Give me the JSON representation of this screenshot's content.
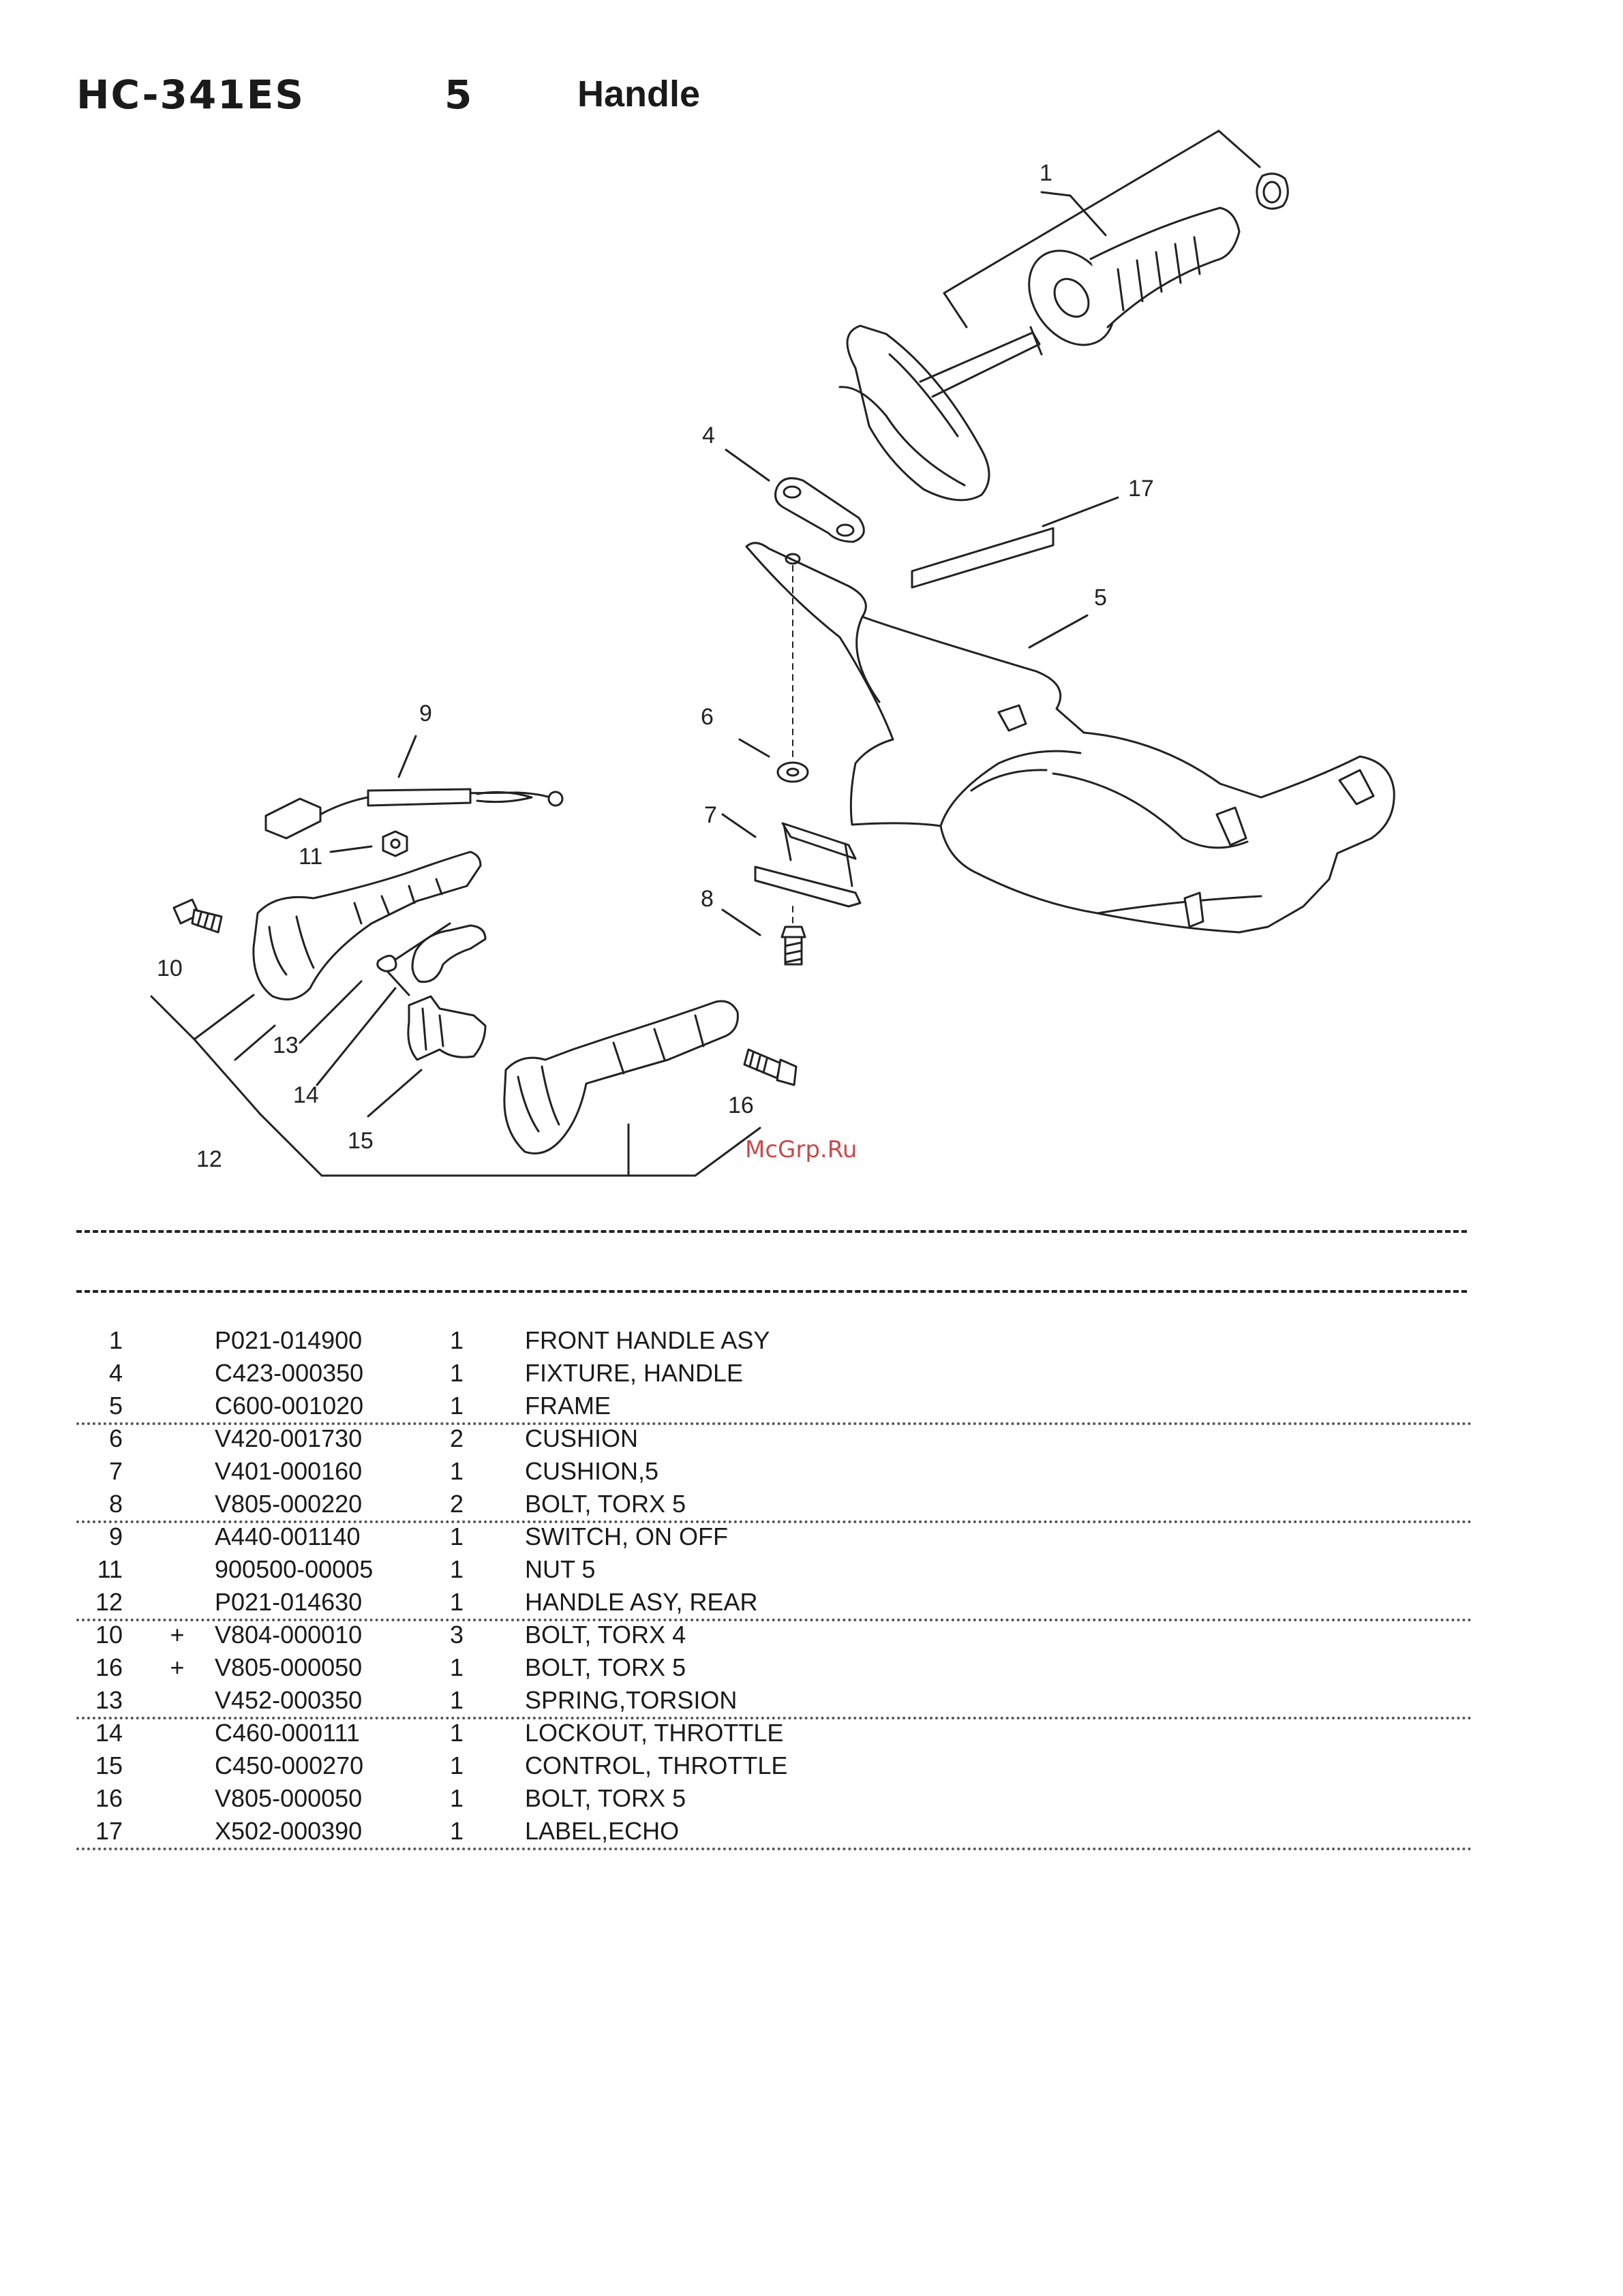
{
  "header": {
    "model": "HC-341ES",
    "section_number": "5",
    "section_title": "Handle"
  },
  "diagram": {
    "callouts": [
      "1",
      "4",
      "17",
      "5",
      "9",
      "6",
      "7",
      "11",
      "10",
      "8",
      "13",
      "14",
      "16",
      "15",
      "12"
    ],
    "watermark": "McGrp.Ru"
  },
  "parts": [
    {
      "ref": "1",
      "mark": "",
      "part_no": "P021-014900",
      "qty": "1",
      "desc": "FRONT HANDLE ASY"
    },
    {
      "ref": "4",
      "mark": "",
      "part_no": "C423-000350",
      "qty": "1",
      "desc": "FIXTURE, HANDLE"
    },
    {
      "ref": "5",
      "mark": "",
      "part_no": "C600-001020",
      "qty": "1",
      "desc": "FRAME"
    },
    {
      "ref": "6",
      "mark": "",
      "part_no": "V420-001730",
      "qty": "2",
      "desc": "CUSHION"
    },
    {
      "ref": "7",
      "mark": "",
      "part_no": "V401-000160",
      "qty": "1",
      "desc": "CUSHION,5"
    },
    {
      "ref": "8",
      "mark": "",
      "part_no": "V805-000220",
      "qty": "2",
      "desc": "BOLT, TORX 5"
    },
    {
      "ref": "9",
      "mark": "",
      "part_no": "A440-001140",
      "qty": "1",
      "desc": "SWITCH, ON OFF"
    },
    {
      "ref": "11",
      "mark": "",
      "part_no": "900500-00005",
      "qty": "1",
      "desc": "NUT  5"
    },
    {
      "ref": "12",
      "mark": "",
      "part_no": "P021-014630",
      "qty": "1",
      "desc": "HANDLE ASY, REAR"
    },
    {
      "ref": "10",
      "mark": "+",
      "part_no": "V804-000010",
      "qty": "3",
      "desc": "BOLT, TORX 4"
    },
    {
      "ref": "16",
      "mark": "+",
      "part_no": "V805-000050",
      "qty": "1",
      "desc": "BOLT, TORX 5"
    },
    {
      "ref": "13",
      "mark": "",
      "part_no": "V452-000350",
      "qty": "1",
      "desc": "SPRING,TORSION"
    },
    {
      "ref": "14",
      "mark": "",
      "part_no": "C460-000111",
      "qty": "1",
      "desc": "LOCKOUT, THROTTLE"
    },
    {
      "ref": "15",
      "mark": "",
      "part_no": "C450-000270",
      "qty": "1",
      "desc": "CONTROL, THROTTLE"
    },
    {
      "ref": "16",
      "mark": "",
      "part_no": "V805-000050",
      "qty": "1",
      "desc": "BOLT, TORX 5"
    },
    {
      "ref": "17",
      "mark": "",
      "part_no": "X502-000390",
      "qty": "1",
      "desc": "LABEL,ECHO"
    }
  ]
}
